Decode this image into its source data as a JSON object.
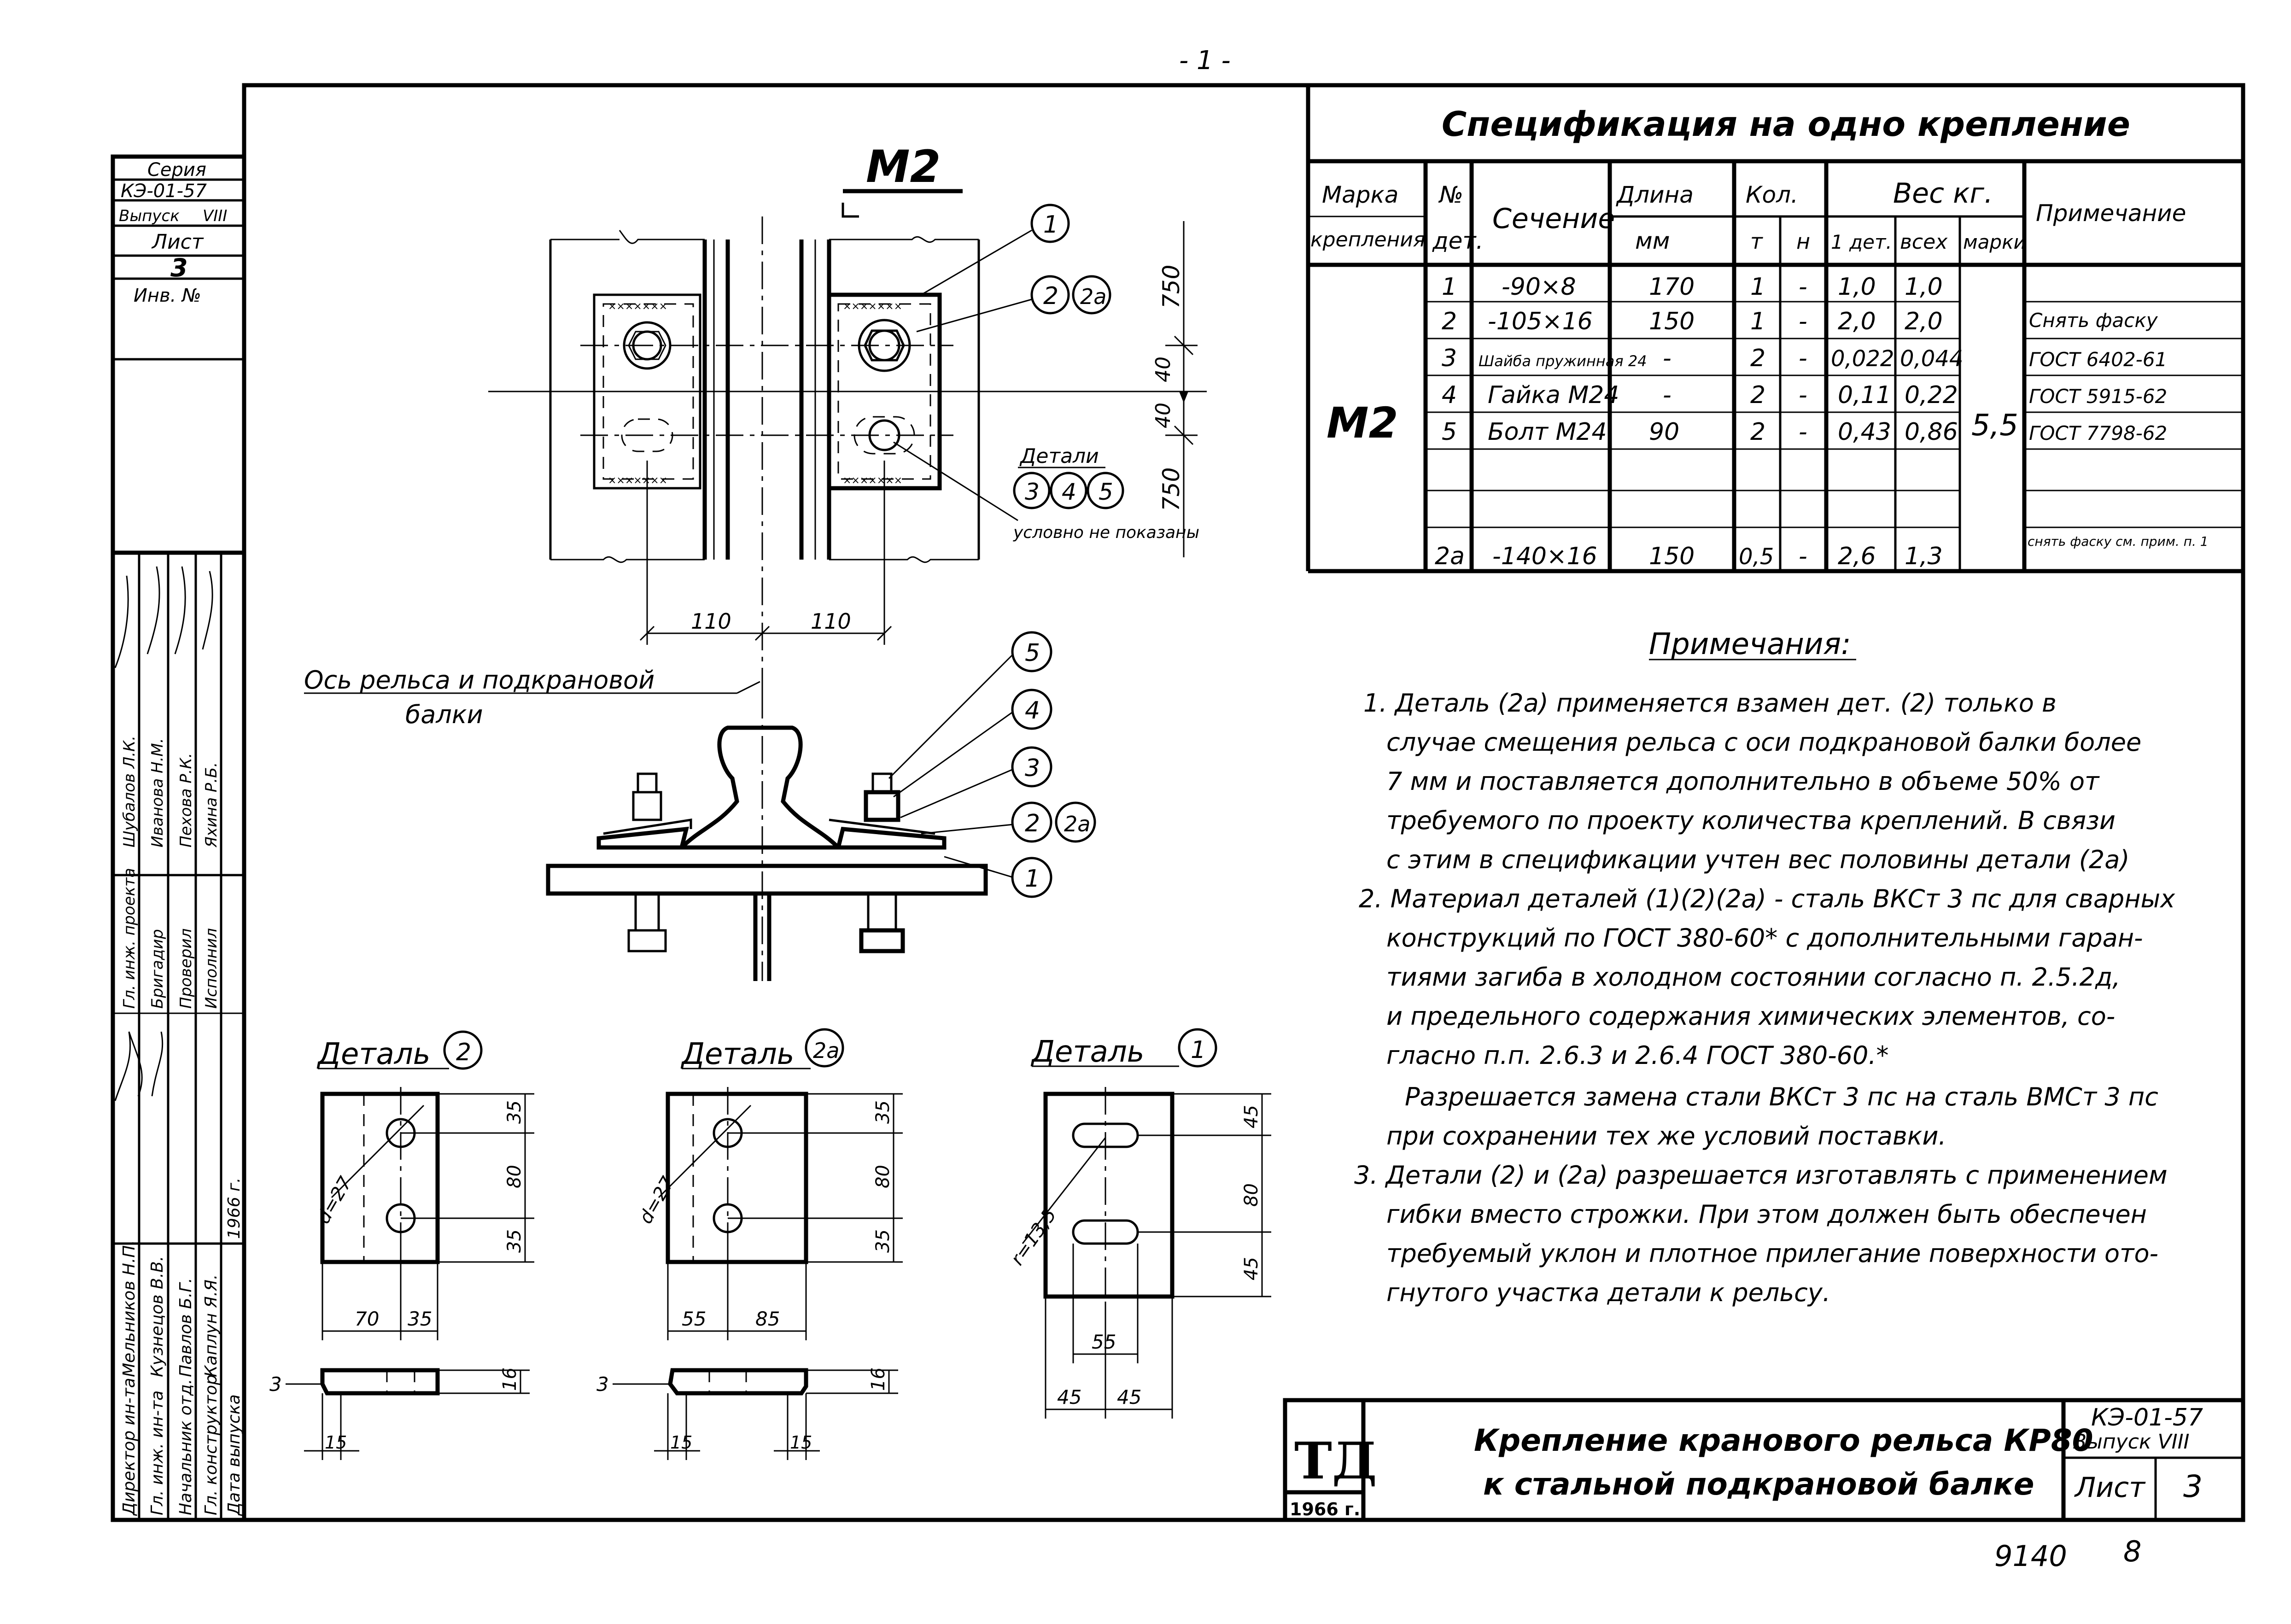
{
  "page_mark": "- 1 -",
  "left_stamp": {
    "series_label": "Серия",
    "series_value": "КЭ-01-57",
    "issue_label": "Выпуск",
    "issue_value": "VIII",
    "sheet_label": "Лист",
    "sheet_value": "3",
    "inv_label": "Инв. №",
    "staff": [
      {
        "role": "Директор ин-та",
        "name": "Мельников Н.П."
      },
      {
        "role": "Гл. инж. ин-та",
        "name": "Кузнецов В.В."
      },
      {
        "role": "Начальник отд.",
        "name": "Павлов Б.Г."
      },
      {
        "role": "Гл. конструктор",
        "name": "Каплун Я.Я."
      },
      {
        "role": "Гл. инж. проекта",
        "name": "Шубалов Л.К."
      },
      {
        "role": "Бригадир",
        "name": "Иванова Н.М."
      },
      {
        "role": "Проверил",
        "name": "Пехова Р.К."
      },
      {
        "role": "Исполнил",
        "name": "Яхина Р.Б."
      }
    ],
    "date_label": "Дата выпуска",
    "date_value": "1966 г."
  },
  "plan_view": {
    "title": "М2",
    "dim_750_top": "750",
    "dim_750_bottom": "750",
    "dim_40a": "40",
    "dim_40b": "40",
    "dim_110_left": "110",
    "dim_110_right": "110",
    "callout_1": "1",
    "callout_2": "2",
    "callout_2a": "2а",
    "details_label": "Детали",
    "details_nums": [
      "3",
      "4",
      "5"
    ],
    "note_not_shown": "условно не показаны",
    "axis_label_1": "Ось рельса и подкрановой",
    "axis_label_2": "балки"
  },
  "section_view": {
    "callouts": [
      "5",
      "4",
      "3",
      "2",
      "2а",
      "1"
    ]
  },
  "details": [
    {
      "title": "Деталь",
      "num": "2",
      "d": "d=27",
      "dims_v": [
        "35",
        "80",
        "35"
      ],
      "dims_h": [
        "70",
        "35"
      ],
      "t": "3",
      "h": "16",
      "e": "15"
    },
    {
      "title": "Деталь",
      "num": "2а",
      "d": "d=27",
      "dims_v": [
        "35",
        "80",
        "35"
      ],
      "dims_h": [
        "55",
        "85"
      ],
      "t": "3",
      "h": "16",
      "e1": "15",
      "e2": "15"
    },
    {
      "title": "Деталь",
      "num": "1",
      "d": "r=13,5",
      "dims_v": [
        "45",
        "80",
        "45"
      ],
      "dims_h": [
        "55"
      ],
      "dims_h2": [
        "45",
        "45"
      ]
    }
  ],
  "spec": {
    "title": "Спецификация на одно крепление",
    "headers": {
      "mark": [
        "Марка",
        "крепления"
      ],
      "no": [
        "№",
        "дет."
      ],
      "section": "Сечение",
      "length": [
        "Длина",
        "мм"
      ],
      "qty": "Кол.",
      "qty_t": "т",
      "qty_n": "н",
      "weight": "Вес кг.",
      "w1": "1 дет.",
      "wall": "всех",
      "wmark": "марки",
      "note": "Примечание"
    },
    "mark_value": "М2",
    "mark_weight": "5,5",
    "rows": [
      {
        "no": "1",
        "section": "-90×8",
        "len": "170",
        "t": "1",
        "n": "-",
        "w1": "1,0",
        "wall": "1,0",
        "note": ""
      },
      {
        "no": "2",
        "section": "-105×16",
        "len": "150",
        "t": "1",
        "n": "-",
        "w1": "2,0",
        "wall": "2,0",
        "note": "Снять фаску"
      },
      {
        "no": "3",
        "section": "Шайба пружинная 24",
        "len": "-",
        "t": "2",
        "n": "-",
        "w1": "0,022",
        "wall": "0,044",
        "note": "ГОСТ 6402-61"
      },
      {
        "no": "4",
        "section": "Гайка М24",
        "len": "-",
        "t": "2",
        "n": "-",
        "w1": "0,11",
        "wall": "0,22",
        "note": "ГОСТ 5915-62"
      },
      {
        "no": "5",
        "section": "Болт М24",
        "len": "90",
        "t": "2",
        "n": "-",
        "w1": "0,43",
        "wall": "0,86",
        "note": "ГОСТ 7798-62"
      },
      {
        "no": "",
        "section": "",
        "len": "",
        "t": "",
        "n": "",
        "w1": "",
        "wall": "",
        "note": ""
      },
      {
        "no": "",
        "section": "",
        "len": "",
        "t": "",
        "n": "",
        "w1": "",
        "wall": "",
        "note": ""
      },
      {
        "no": "2а",
        "section": "-140×16",
        "len": "150",
        "t": "0,5",
        "n": "-",
        "w1": "2,6",
        "wall": "1,3",
        "note": "снять фаску см. прим. п. 1"
      }
    ]
  },
  "notes": {
    "title": "Примечания:",
    "lines": [
      "1. Деталь (2а) применяется взамен дет. (2) только в",
      "случае смещения рельса с оси подкрановой балки более",
      "7 мм и поставляется дополнительно в объеме 50% от",
      "требуемого по проекту количества креплений. В связи",
      "с этим в спецификации учтен вес половины детали (2а)",
      "2. Материал деталей (1)(2)(2а) - сталь ВКСт 3 пс для сварных",
      "конструкций по ГОСТ 380-60* с дополнительными гаран-",
      "тиями загиба в холодном состоянии согласно п. 2.5.2д,",
      "и предельного содержания химических элементов, со-",
      "гласно п.п. 2.6.3 и 2.6.4 ГОСТ 380-60.*",
      "Разрешается замена стали ВКСт 3 пс на сталь ВМСт 3 пс",
      "при сохранении тех же условий поставки.",
      "3. Детали (2) и (2а) разрешается изготавлять с применением",
      "гибки вместо строжки. При этом должен быть обеспечен",
      "требуемый уклон и плотное прилегание поверхности ото-",
      "гнутого участка детали к рельсу."
    ]
  },
  "title_block": {
    "logo": "ТД",
    "logo_year": "1966 г.",
    "title_1": "Крепление кранового рельса КР80",
    "title_2": "к стальной подкрановой балке",
    "code": "КЭ-01-57",
    "issue": "Выпуск VIII",
    "sheet_label": "Лист",
    "sheet_value": "3"
  },
  "bottom_numbers": {
    "left": "9140",
    "right": "8"
  }
}
